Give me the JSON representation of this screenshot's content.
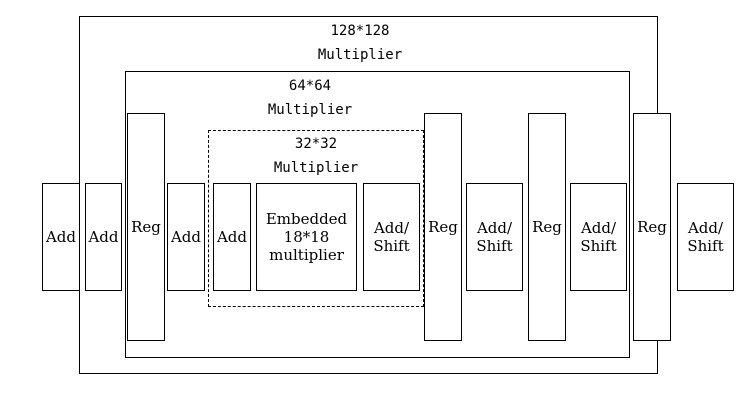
{
  "frames": {
    "outer_128": {
      "label": "128*128\nMultiplier"
    },
    "mid_64": {
      "label": "64*64\nMultiplier"
    },
    "inner_32": {
      "label": "32*32\nMultiplier"
    }
  },
  "blocks": {
    "add_1": "Add",
    "add_2": "Add",
    "reg_1": "Reg",
    "add_3": "Add",
    "add_4": "Add",
    "embedded": "Embedded\n18*18\nmultiplier",
    "addshift_1": "Add/\nShift",
    "reg_2": "Reg",
    "addshift_2": "Add/\nShift",
    "reg_3": "Reg",
    "addshift_3": "Add/\nShift",
    "reg_4": "Reg",
    "addshift_4": "Add/\nShift"
  }
}
